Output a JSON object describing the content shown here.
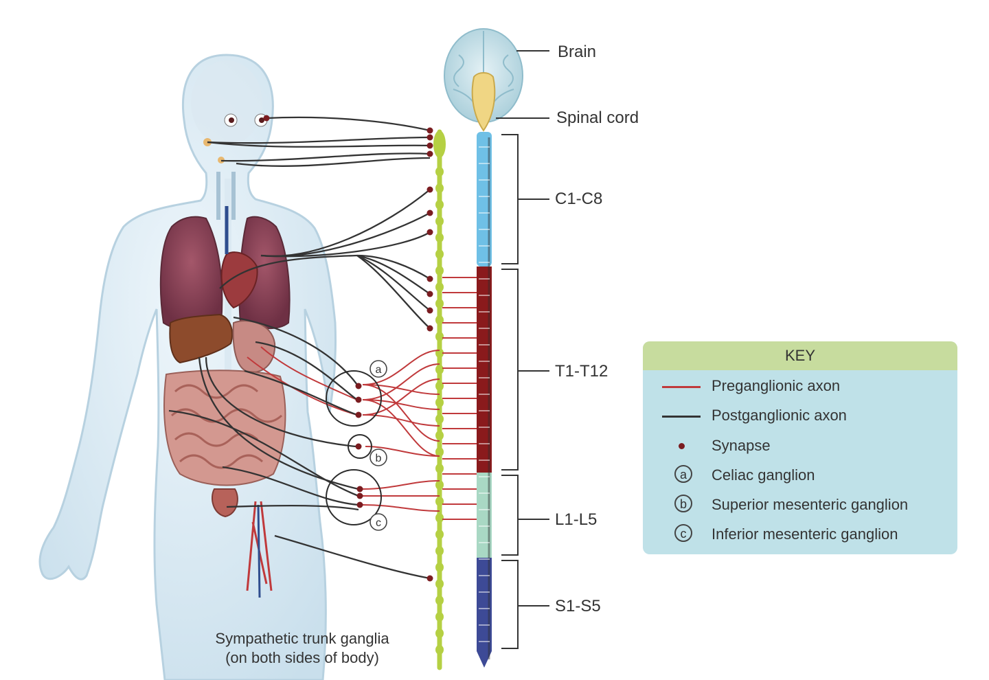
{
  "labels": {
    "brain": "Brain",
    "spinal_cord": "Spinal cord",
    "c1_c8": "C1-C8",
    "t1_t12": "T1-T12",
    "l1_l5": "L1-L5",
    "s1_s5": "S1-S5"
  },
  "ganglion_markers": {
    "a": "a",
    "b": "b",
    "c": "c"
  },
  "caption": {
    "line1": "Sympathetic trunk ganglia",
    "line2": "(on both sides of body)"
  },
  "key": {
    "title": "KEY",
    "items": [
      {
        "symbol": "line",
        "color": "#c0393b",
        "label": "Preganglionic axon"
      },
      {
        "symbol": "line",
        "color": "#333333",
        "label": "Postganglionic axon"
      },
      {
        "symbol": "dot",
        "color": "#7a1c20",
        "label": "Synapse"
      },
      {
        "symbol": "a",
        "label": "Celiac ganglion"
      },
      {
        "symbol": "b",
        "label": "Superior mesenteric ganglion"
      },
      {
        "symbol": "c",
        "label": "Inferior mesenteric ganglion"
      }
    ]
  },
  "colors": {
    "preganglionic": "#c0393b",
    "postganglionic": "#333333",
    "synapse": "#7a1c20",
    "trunk": "#b5d043",
    "cervical": "#6fc0e6",
    "thoracic": "#8a1a1c",
    "lumbar": "#a9d8c4",
    "sacral": "#3d4a96",
    "key_header": "#c7dc9e",
    "key_body": "#bfe1e8"
  }
}
